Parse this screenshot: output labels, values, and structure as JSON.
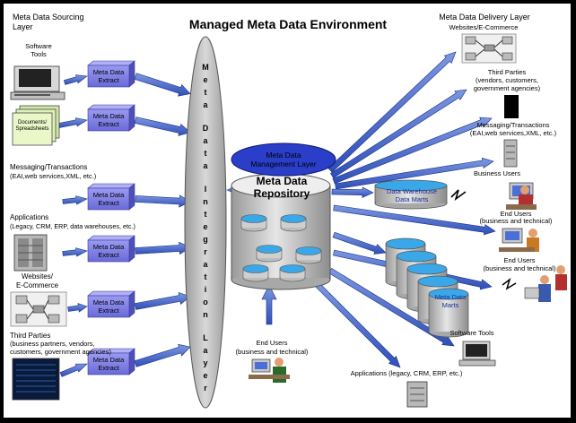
{
  "title": "Managed Meta Data Environment",
  "left_layer": [
    "Meta Data Sourcing",
    "Layer"
  ],
  "right_layer": "Meta Data Delivery Layer",
  "integration_layer": "Meta Data Integration Layer",
  "management_layer": [
    "Meta Data",
    "Management Layer"
  ],
  "repository": [
    "Meta Data",
    "Repository"
  ],
  "extract_label": [
    "Meta Data",
    "Extract"
  ],
  "sources": [
    {
      "lines": [
        "Software",
        "Tools"
      ]
    },
    {
      "lines": [
        "Documents/",
        "Spreadsheets"
      ]
    },
    {
      "lines": [
        "Messaging/Transactions",
        "(EAI,web services,XML, etc.)"
      ]
    },
    {
      "lines": [
        "Applications",
        "(Legacy, CRM, ERP, data warehouses, etc.)"
      ]
    },
    {
      "lines": [
        "Websites/",
        "E-Commerce"
      ]
    },
    {
      "lines": [
        "Third Parties",
        "(business partners, vendors,",
        "customers, government agencies)"
      ]
    }
  ],
  "targets": [
    {
      "lines": [
        "Websites/E-Commerce"
      ]
    },
    {
      "lines": [
        "Third Parties",
        "(vendors, customers,",
        "government agencies)"
      ]
    },
    {
      "lines": [
        "Messaging/Transactions",
        "(EAI,web services,XML, etc.)"
      ]
    },
    {
      "lines": [
        "Business Users"
      ]
    },
    {
      "lines": [
        "Data Warehouse",
        "Data Marts"
      ]
    },
    {
      "lines": [
        "End Users",
        "(business and technical)"
      ]
    },
    {
      "lines": [
        "End Users",
        "(business and technical)"
      ]
    },
    {
      "lines": [
        "Meta Data",
        "Marts"
      ]
    },
    {
      "lines": [
        "Software Tools"
      ]
    },
    {
      "lines": [
        "Applications (legacy, CRM, ERP, etc.)"
      ]
    }
  ],
  "bottom_users": [
    "End Users",
    "(business and technical)"
  ],
  "colors": {
    "accent_blue": "#2a3ec9",
    "arrow_blue": "#4466cc",
    "extract_fill": "#7878e8",
    "cylinder_top": "#3aa8e8",
    "ellipse_gray": "#c4c4c4",
    "frame": "#000000",
    "paper": "#ffffff"
  }
}
